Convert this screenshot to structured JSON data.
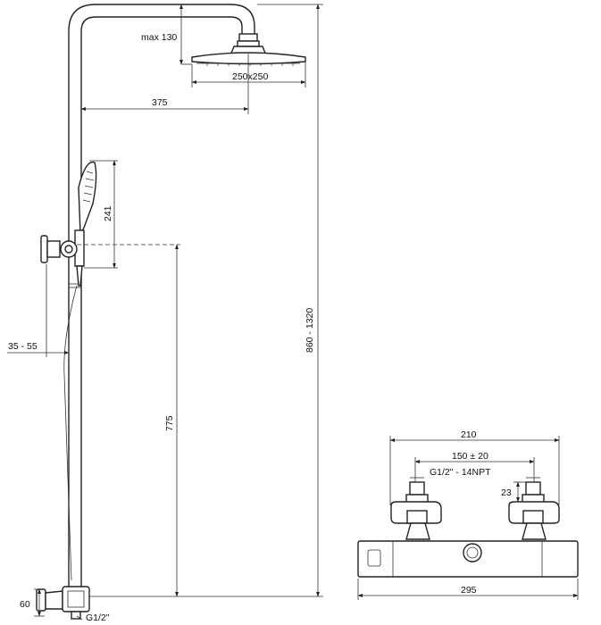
{
  "diagram": {
    "dimensions": {
      "head_drop": "max 130",
      "head_size": "250x250",
      "arm_reach": "375",
      "hand_shower_length": "241",
      "overall_height": "860 - 1320",
      "wall_offset": "35 - 55",
      "holder_height": "775",
      "connector_height": "60",
      "connector_thread": "G1/2\"",
      "mixer_width_top": "210",
      "mixer_spacing": "150 ± 20",
      "mixer_thread": "G1/2\" - 14NPT",
      "inlet_height": "23",
      "mixer_width_bottom": "295"
    }
  }
}
